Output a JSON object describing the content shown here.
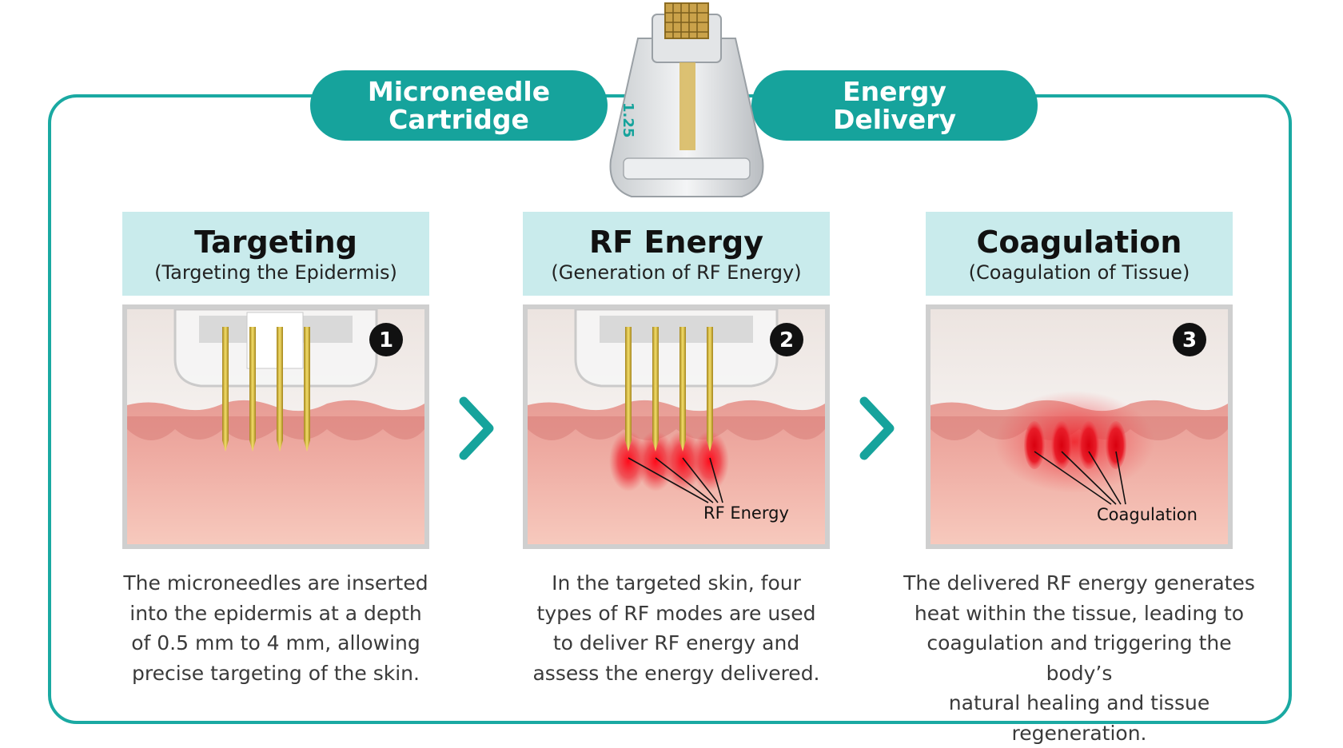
{
  "header": {
    "left_label_line1": "Microneedle",
    "left_label_line2": "Cartridge",
    "right_label_line1": "Energy",
    "right_label_line2": "Delivery",
    "cartridge_marking": "1.25"
  },
  "steps": [
    {
      "number": "1",
      "title": "Targeting",
      "subtitle": "(Targeting the Epidermis)",
      "annotation": "",
      "description_lines": [
        "The microneedles are inserted",
        "into the epidermis at a depth",
        "of 0.5 mm to 4 mm, allowing",
        "precise targeting of the skin."
      ]
    },
    {
      "number": "2",
      "title": "RF Energy",
      "subtitle": "(Generation of RF Energy)",
      "annotation": "RF Energy",
      "description_lines": [
        "In the targeted skin, four",
        "types of RF modes are used",
        "to deliver RF energy and",
        "assess the energy delivered."
      ]
    },
    {
      "number": "3",
      "title": "Coagulation",
      "subtitle": "(Coagulation of Tissue)",
      "annotation": "Coagulation",
      "description_lines": [
        "The delivered RF energy generates",
        "heat within the tissue, leading to",
        "coagulation and triggering the body’s",
        "natural healing and tissue regeneration."
      ]
    }
  ],
  "colors": {
    "teal": "#16a39c",
    "header_bg": "#c9ebec",
    "skin": "#f2b7ab",
    "needle": "#d8b83a",
    "energy": "#e61b24"
  }
}
